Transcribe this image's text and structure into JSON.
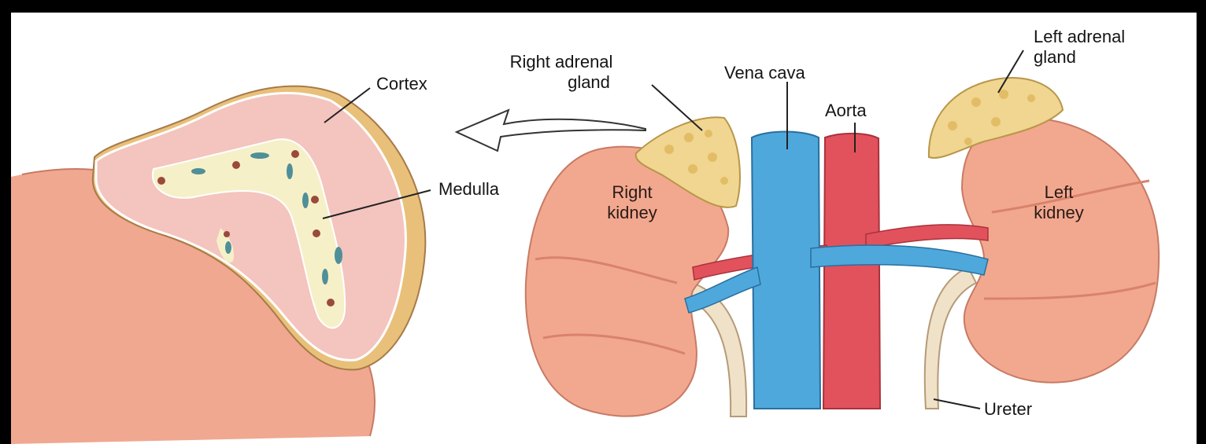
{
  "labels": {
    "cortex": "Cortex",
    "medulla": "Medulla",
    "right_adrenal_gland_line1": "Right adrenal",
    "right_adrenal_gland_line2": "gland",
    "vena_cava": "Vena cava",
    "aorta": "Aorta",
    "left_adrenal_gland_line1": "Left adrenal",
    "left_adrenal_gland_line2": "gland",
    "right_kidney_line1": "Right",
    "right_kidney_line2": "kidney",
    "left_kidney_line1": "Left",
    "left_kidney_line2": "kidney",
    "ureter": "Ureter"
  },
  "colors": {
    "frame": "#000000",
    "background": "#ffffff",
    "kidney": "#f2a88e",
    "kidney_shadow": "#d9826c",
    "adrenal": "#f0d690",
    "cortex_pink": "#f4c4be",
    "medulla_cream": "#f6f0c8",
    "vena_cava": "#4fa8dc",
    "aorta": "#e2525c",
    "ureter": "#efe2c8"
  }
}
